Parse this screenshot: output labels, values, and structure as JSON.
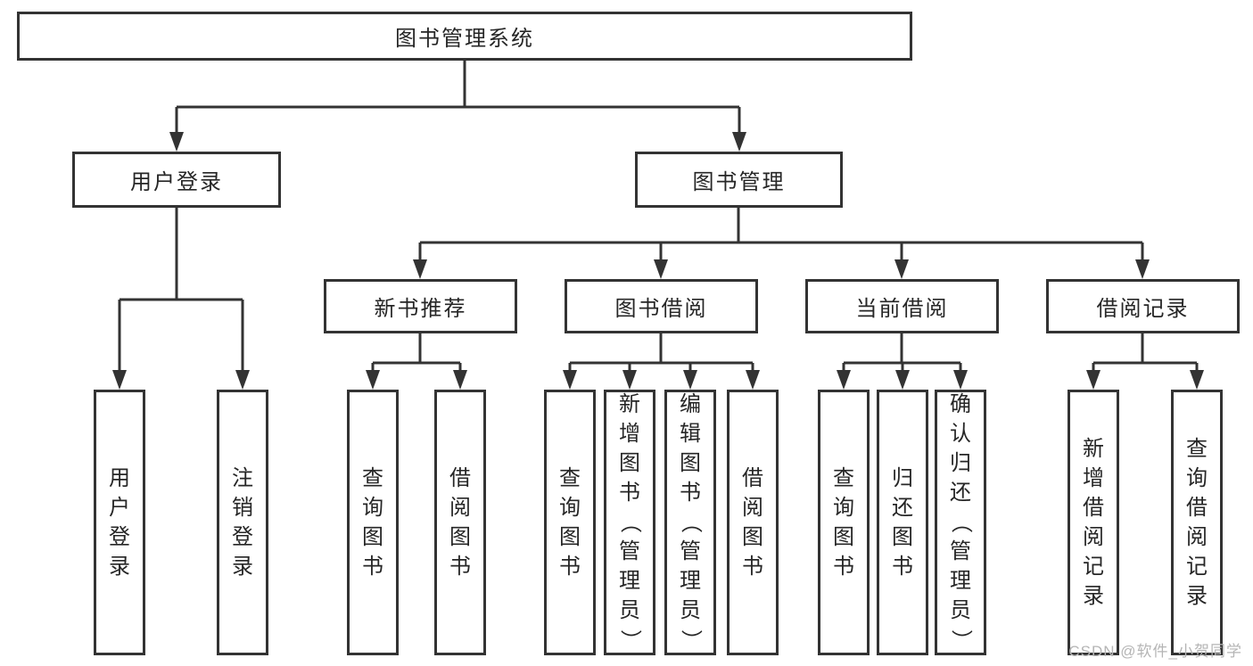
{
  "diagram": {
    "root": "图书管理系统",
    "branches": [
      {
        "name": "用户登录",
        "leaves": [
          "用户登录",
          "注销登录"
        ]
      },
      {
        "name": "图书管理",
        "groups": [
          {
            "name": "新书推荐",
            "leaves": [
              "查询图书",
              "借阅图书"
            ]
          },
          {
            "name": "图书借阅",
            "leaves": [
              "查询图书",
              "新增图书（管理员）",
              "编辑图书（管理员）",
              "借阅图书"
            ]
          },
          {
            "name": "当前借阅",
            "leaves": [
              "查询图书",
              "归还图书",
              "确认归还（管理员）"
            ]
          },
          {
            "name": "借阅记录",
            "leaves": [
              "新增借阅记录",
              "查询借阅记录"
            ]
          }
        ]
      }
    ],
    "watermark": "CSDN @软件_小贺同学",
    "colors": {
      "line": "#333333",
      "text": "#262626",
      "box_background": "#ffffff",
      "watermark": "#b5b5b5",
      "background": "#ffffff"
    }
  }
}
